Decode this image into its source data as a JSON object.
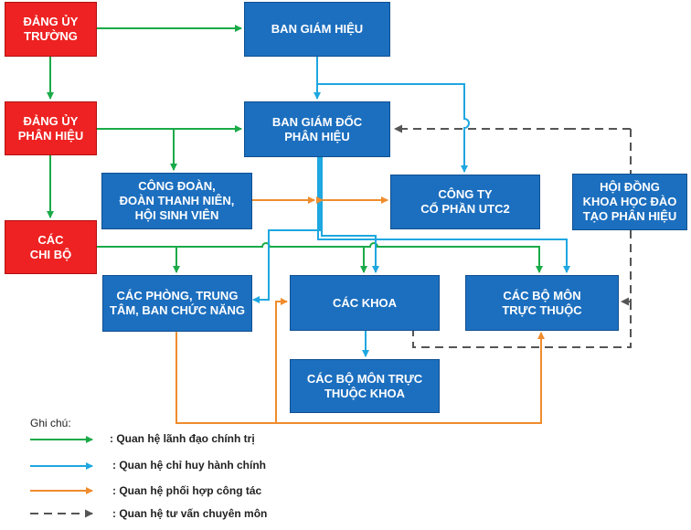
{
  "nodes": {
    "dang_uy_truong": "ĐẢNG ỦY\nTRƯỜNG",
    "dang_uy_phan_hieu": "ĐẢNG ỦY\nPHÂN HIỆU",
    "cac_chi_bo": "CÁC\nCHI BỘ",
    "ban_giam_hieu": "BAN GIÁM HIỆU",
    "ban_giam_doc": "BAN GIÁM ĐỐC\nPHÂN HIỆU",
    "cong_doan": "CÔNG ĐOÀN,\nĐOÀN THANH NIÊN,\nHỘI SINH VIÊN",
    "cong_ty": "CÔNG TY\nCỔ PHẦN UTC2",
    "hoi_dong": "HỘI ĐỒNG\nKHOA HỌC ĐÀO\nTẠO PHÂN HIỆU",
    "cac_phong": "CÁC PHÒNG, TRUNG\nTÂM, BAN CHỨC NĂNG",
    "cac_khoa": "CÁC KHOA",
    "cac_bo_mon": "CÁC BỘ MÔN\nTRỰC THUỘC",
    "cac_bo_mon_khoa": "CÁC BỘ MÔN TRỰC\nTHUỘC KHOA"
  },
  "legend": {
    "title": "Ghi chú:",
    "items": [
      ": Quan hệ lãnh đạo chính trị",
      ": Quan hệ chỉ huy hành chính",
      ": Quan hệ phối hợp công tác",
      ": Quan hệ tư vấn chuyên môn"
    ]
  },
  "colors": {
    "party_box": "#ee2222",
    "admin_box": "#1c6fbf",
    "political_line": "#1aaa48",
    "command_line": "#1ea7e0",
    "coordination_line": "#ef8c2d",
    "advisory_line": "#555555"
  }
}
